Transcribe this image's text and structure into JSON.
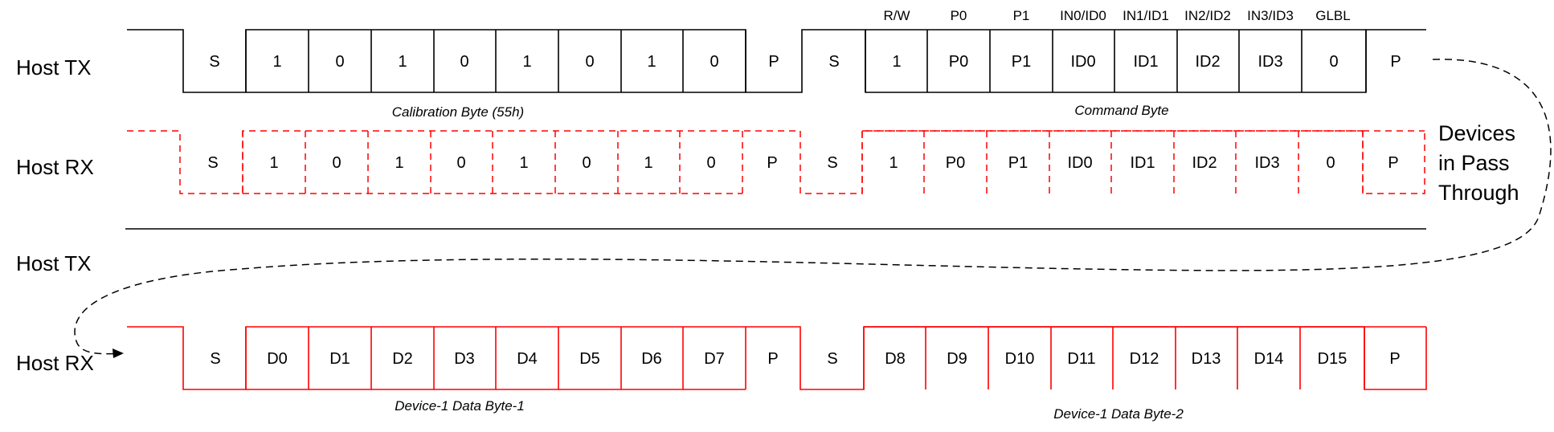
{
  "row_labels": [
    "Host TX",
    "Host RX",
    "Host TX",
    "Host RX"
  ],
  "bit_headers": [
    "R/W",
    "P0",
    "P1",
    "IN0/ID0",
    "IN1/ID1",
    "IN2/ID2",
    "IN3/ID3",
    "GLBL"
  ],
  "frames": {
    "host_tx": {
      "byte1": [
        "S",
        "1",
        "0",
        "1",
        "0",
        "1",
        "0",
        "1",
        "0",
        "P"
      ],
      "byte2": [
        "S",
        "1",
        "P0",
        "P1",
        "ID0",
        "ID1",
        "ID2",
        "ID3",
        "0",
        "P"
      ]
    },
    "host_rx_pass": {
      "byte1": [
        "S",
        "1",
        "0",
        "1",
        "0",
        "1",
        "0",
        "1",
        "0",
        "P"
      ],
      "byte2": [
        "S",
        "1",
        "P0",
        "P1",
        "ID0",
        "ID1",
        "ID2",
        "ID3",
        "0",
        "P"
      ]
    },
    "host_rx_data": {
      "byte1": [
        "S",
        "D0",
        "D1",
        "D2",
        "D3",
        "D4",
        "D5",
        "D6",
        "D7",
        "P"
      ],
      "byte2": [
        "S",
        "D8",
        "D9",
        "D10",
        "D11",
        "D12",
        "D13",
        "D14",
        "D15",
        "P"
      ]
    }
  },
  "captions": {
    "calibration": "Calibration Byte (55h)",
    "command": "Command Byte",
    "data1": "Device-1 Data Byte-1",
    "data2": "Device-1 Data Byte-2"
  },
  "pass_through_note": [
    "Devices",
    "in Pass",
    "Through"
  ],
  "colors": {
    "tx": "#000000",
    "rx": "#ff0000",
    "loop": "#000000"
  }
}
